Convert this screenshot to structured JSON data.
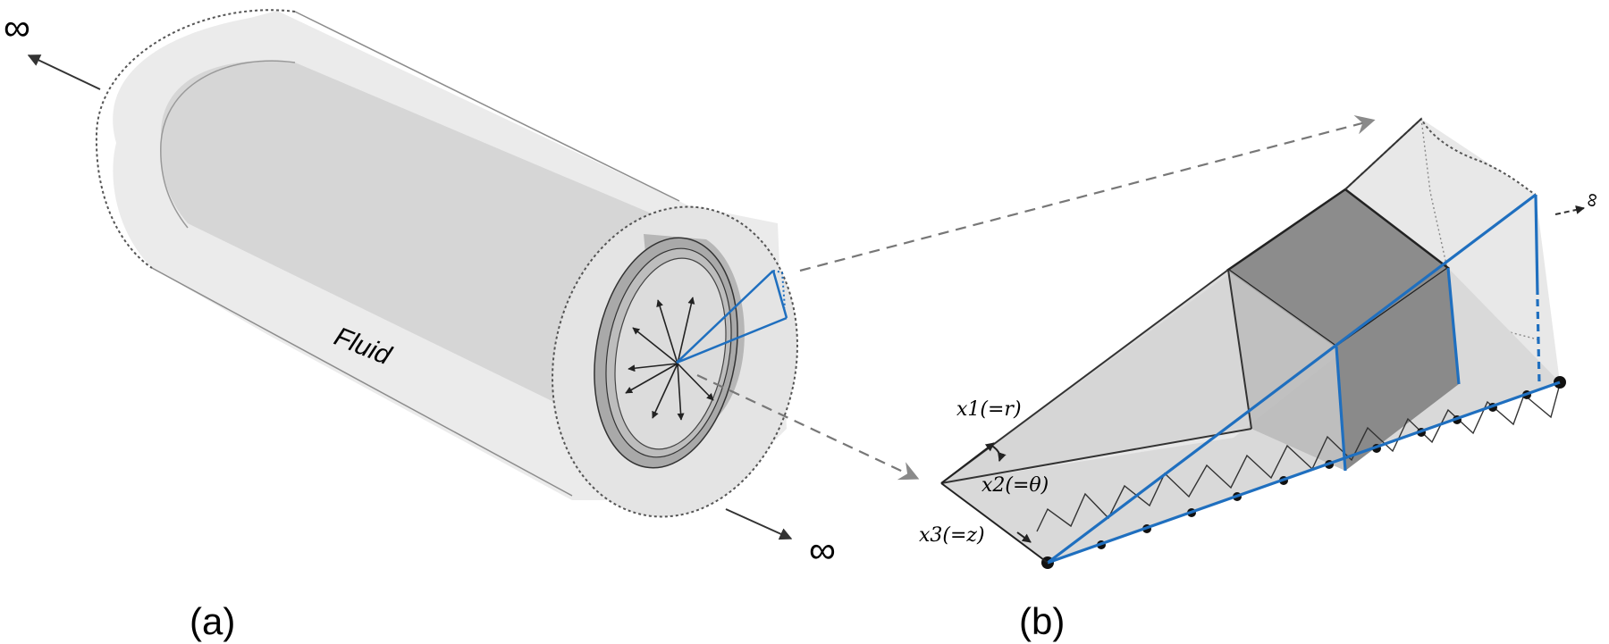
{
  "panel_a": {
    "caption": "(a)",
    "fluid_label": "Fluid",
    "infinity_top_left": "∞",
    "infinity_bottom_right": "∞"
  },
  "panel_b": {
    "caption": "(b)",
    "axis_x1": "x1(=r)",
    "axis_x2": "x2(=θ)",
    "axis_x3": "x3(=z)",
    "infinity_right": "∞"
  },
  "colors": {
    "cylinder_outer": "#ececec",
    "cylinder_inner": "#d4d4d4",
    "face_ring": "#a8a8a8",
    "dark_cube": "#8a8a8a",
    "highlight_blue": "#1f6fbf",
    "dashed_arrow": "#777777"
  }
}
